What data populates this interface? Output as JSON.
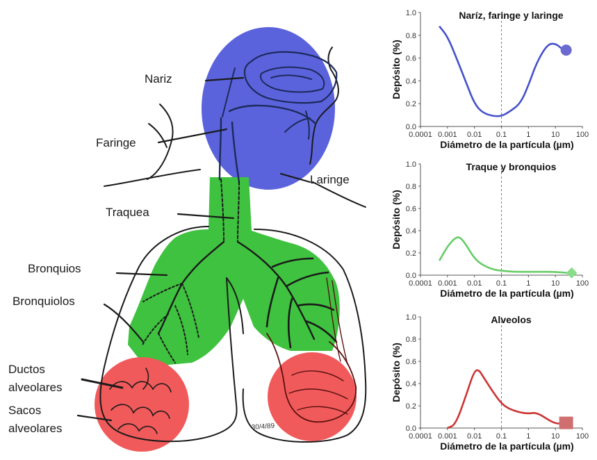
{
  "anatomy_labels": {
    "nariz": "Nariz",
    "faringe": "Faringe",
    "laringe": "Laringe",
    "traquea": "Traquea",
    "bronquios": "Bronquios",
    "bronquiolos": "Bronquiolos",
    "ductos": "Ductos alveolares",
    "sacos": "Sacos alveolares"
  },
  "signature": "30/4/89",
  "region_colors": {
    "upper": "#5b63dc",
    "bronchial": "#3fc23f",
    "alveolar": "#f05a5a"
  },
  "chart_data": [
    {
      "type": "line",
      "title": "Naríz, faringe y laringe",
      "xlabel": "Diámetro de la partícula (µm)",
      "ylabel": "Depósito (%)",
      "x_scale": "log",
      "xlim": [
        0.0001,
        100
      ],
      "ylim": [
        0,
        1
      ],
      "x_ticks": [
        "0.0001",
        "0.001",
        "0.01",
        "0.1",
        "1",
        "10",
        "100"
      ],
      "y_ticks": [
        "0.0",
        "0.2",
        "0.4",
        "0.6",
        "0.8",
        "1.0"
      ],
      "reference_line_x": 0.1,
      "color": "#4450cc",
      "marker": "circle",
      "marker_color": "#6a6ad0",
      "marker_point": [
        25,
        0.67
      ],
      "series": [
        {
          "x": [
            0.0005,
            0.001,
            0.002,
            0.005,
            0.01,
            0.02,
            0.05,
            0.1,
            0.2,
            0.5,
            1,
            2,
            5,
            10,
            20
          ],
          "values": [
            0.88,
            0.79,
            0.62,
            0.38,
            0.2,
            0.12,
            0.09,
            0.09,
            0.13,
            0.2,
            0.36,
            0.56,
            0.72,
            0.73,
            0.67
          ]
        }
      ]
    },
    {
      "type": "line",
      "title": "Traque y bronquios",
      "xlabel": "Diámetro de la partícula (µm)",
      "ylabel": "Depósito (%)",
      "x_scale": "log",
      "xlim": [
        0.0001,
        100
      ],
      "ylim": [
        0,
        1
      ],
      "x_ticks": [
        "0.0001",
        "0.001",
        "0.01",
        "0.1",
        "1",
        "10",
        "100"
      ],
      "y_ticks": [
        "0.0",
        "0.2",
        "0.4",
        "0.6",
        "0.8",
        "1.0"
      ],
      "reference_line_x": 0.1,
      "color": "#66cc66",
      "marker": "diamond",
      "marker_color": "#88dd88",
      "marker_point": [
        40,
        0.02
      ],
      "series": [
        {
          "x": [
            0.0005,
            0.001,
            0.002,
            0.003,
            0.005,
            0.01,
            0.02,
            0.05,
            0.1,
            0.3,
            1,
            3,
            10,
            30
          ],
          "values": [
            0.13,
            0.26,
            0.34,
            0.34,
            0.27,
            0.15,
            0.09,
            0.05,
            0.04,
            0.03,
            0.03,
            0.03,
            0.03,
            0.02
          ]
        }
      ]
    },
    {
      "type": "line",
      "title": "Alveolos",
      "xlabel": "Diámetro de la partícula (µm)",
      "ylabel": "Depósito (%)",
      "x_scale": "log",
      "xlim": [
        0.0001,
        100
      ],
      "ylim": [
        0,
        1
      ],
      "x_ticks": [
        "0.0001",
        "0.001",
        "0.01",
        "0.1",
        "1",
        "10",
        "100"
      ],
      "y_ticks": [
        "0.0",
        "0.2",
        "0.4",
        "0.6",
        "0.8",
        "1.0"
      ],
      "reference_line_x": 0.1,
      "color": "#cc3333",
      "marker": "square",
      "marker_color": "#cf6f6f",
      "marker_point": [
        25,
        0.04
      ],
      "series": [
        {
          "x": [
            0.001,
            0.002,
            0.005,
            0.01,
            0.015,
            0.02,
            0.05,
            0.1,
            0.2,
            0.5,
            1,
            2,
            5,
            10,
            20
          ],
          "values": [
            0.0,
            0.03,
            0.3,
            0.52,
            0.52,
            0.47,
            0.32,
            0.22,
            0.17,
            0.14,
            0.13,
            0.14,
            0.08,
            0.04,
            0.04
          ]
        }
      ]
    }
  ]
}
